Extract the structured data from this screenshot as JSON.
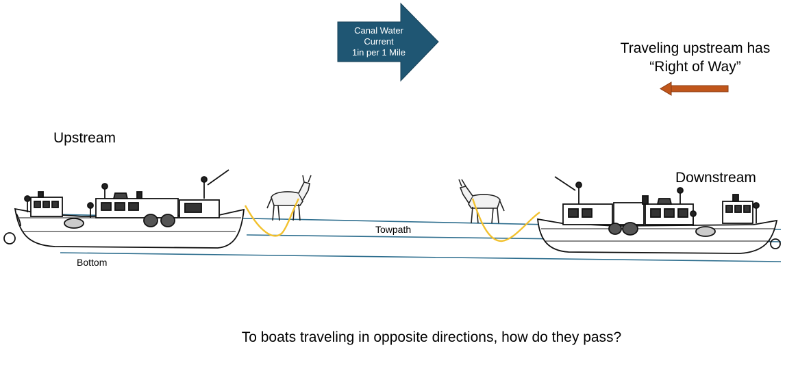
{
  "current_arrow": {
    "line1": "Canal Water",
    "line2": "Current",
    "line3": "1in per 1 Mile",
    "fill_color": "#1f5673"
  },
  "right_of_way": {
    "line1": "Traveling upstream has",
    "line2": "“Right of Way”",
    "arrow_color": "#c0561b"
  },
  "labels": {
    "upstream": "Upstream",
    "downstream": "Downstream",
    "towpath": "Towpath",
    "bottom": "Bottom"
  },
  "question": "To boats traveling in opposite directions, how do they pass?",
  "colors": {
    "water_line": "#2e6e8e",
    "tow_rope": "#f2c12e"
  }
}
